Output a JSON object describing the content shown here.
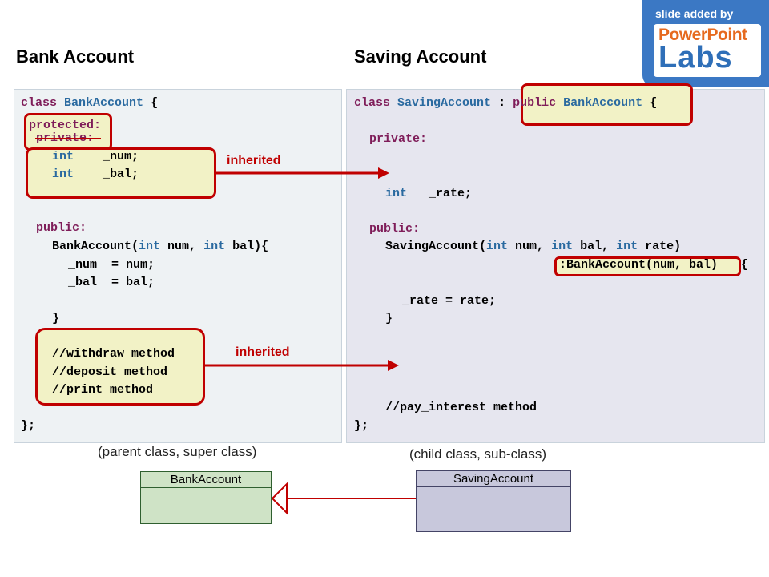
{
  "titles": {
    "left": "Bank Account",
    "right": "Saving Account"
  },
  "badge": {
    "caption": "slide added by",
    "logo_line1": "PowerPoint",
    "logo_line2": "Labs"
  },
  "left_code": {
    "l1_kw": "class",
    "l1_name": "BankAccount",
    "l1_brace": "{",
    "protected": "protected:",
    "private": "private:",
    "num_type": "int",
    "num_name": "_num;",
    "bal_type": "int",
    "bal_name": "_bal;",
    "public": "public:",
    "ctor_name": "BankAccount(",
    "ctor_t1": "int",
    "ctor_p1": " num, ",
    "ctor_t2": "int",
    "ctor_p2": " bal",
    "ctor_close": "){",
    "assign1": "_num  = num;",
    "assign2": "_bal  = bal;",
    "close_brace": "}",
    "c1": "//withdraw method",
    "c2": "//deposit method",
    "c3": "//print method",
    "end": "};"
  },
  "right_code": {
    "l1_kw": "class",
    "l1_name": "SavingAccount",
    "l1_colon": ":",
    "l1_public": "public",
    "l1_base": "BankAccount",
    "l1_brace": "{",
    "private": "private:",
    "rate_type": "int",
    "rate_name": "_rate;",
    "public": "public:",
    "ctor_name": "SavingAccount(",
    "ctor_t1": "int",
    "ctor_p1": " num, ",
    "ctor_t2": "int",
    "ctor_p2": " bal, ",
    "ctor_t3": "int",
    "ctor_p3": " rate",
    "ctor_close": ")",
    "init_list": ":BankAccount(num, bal)",
    "init_brace": "{",
    "assign": "_rate = rate;",
    "close_brace": "}",
    "c1": "//pay_interest method",
    "end": "};"
  },
  "arrows": {
    "top_label": "inherited",
    "bottom_label": "inherited"
  },
  "captions": {
    "left": "(parent class, super class)",
    "right": "(child class, sub-class)"
  },
  "uml": {
    "parent": "BankAccount",
    "child": "SavingAccount"
  },
  "colors": {
    "left_panel": "#eef2f4",
    "right_panel": "#e6e6ef",
    "highlight_fill": "#f2f2c6",
    "highlight_border": "#c00000",
    "arrow": "#c00000",
    "uml_parent_fill": "#cfe3c6",
    "uml_child_fill": "#c8c8dc"
  }
}
